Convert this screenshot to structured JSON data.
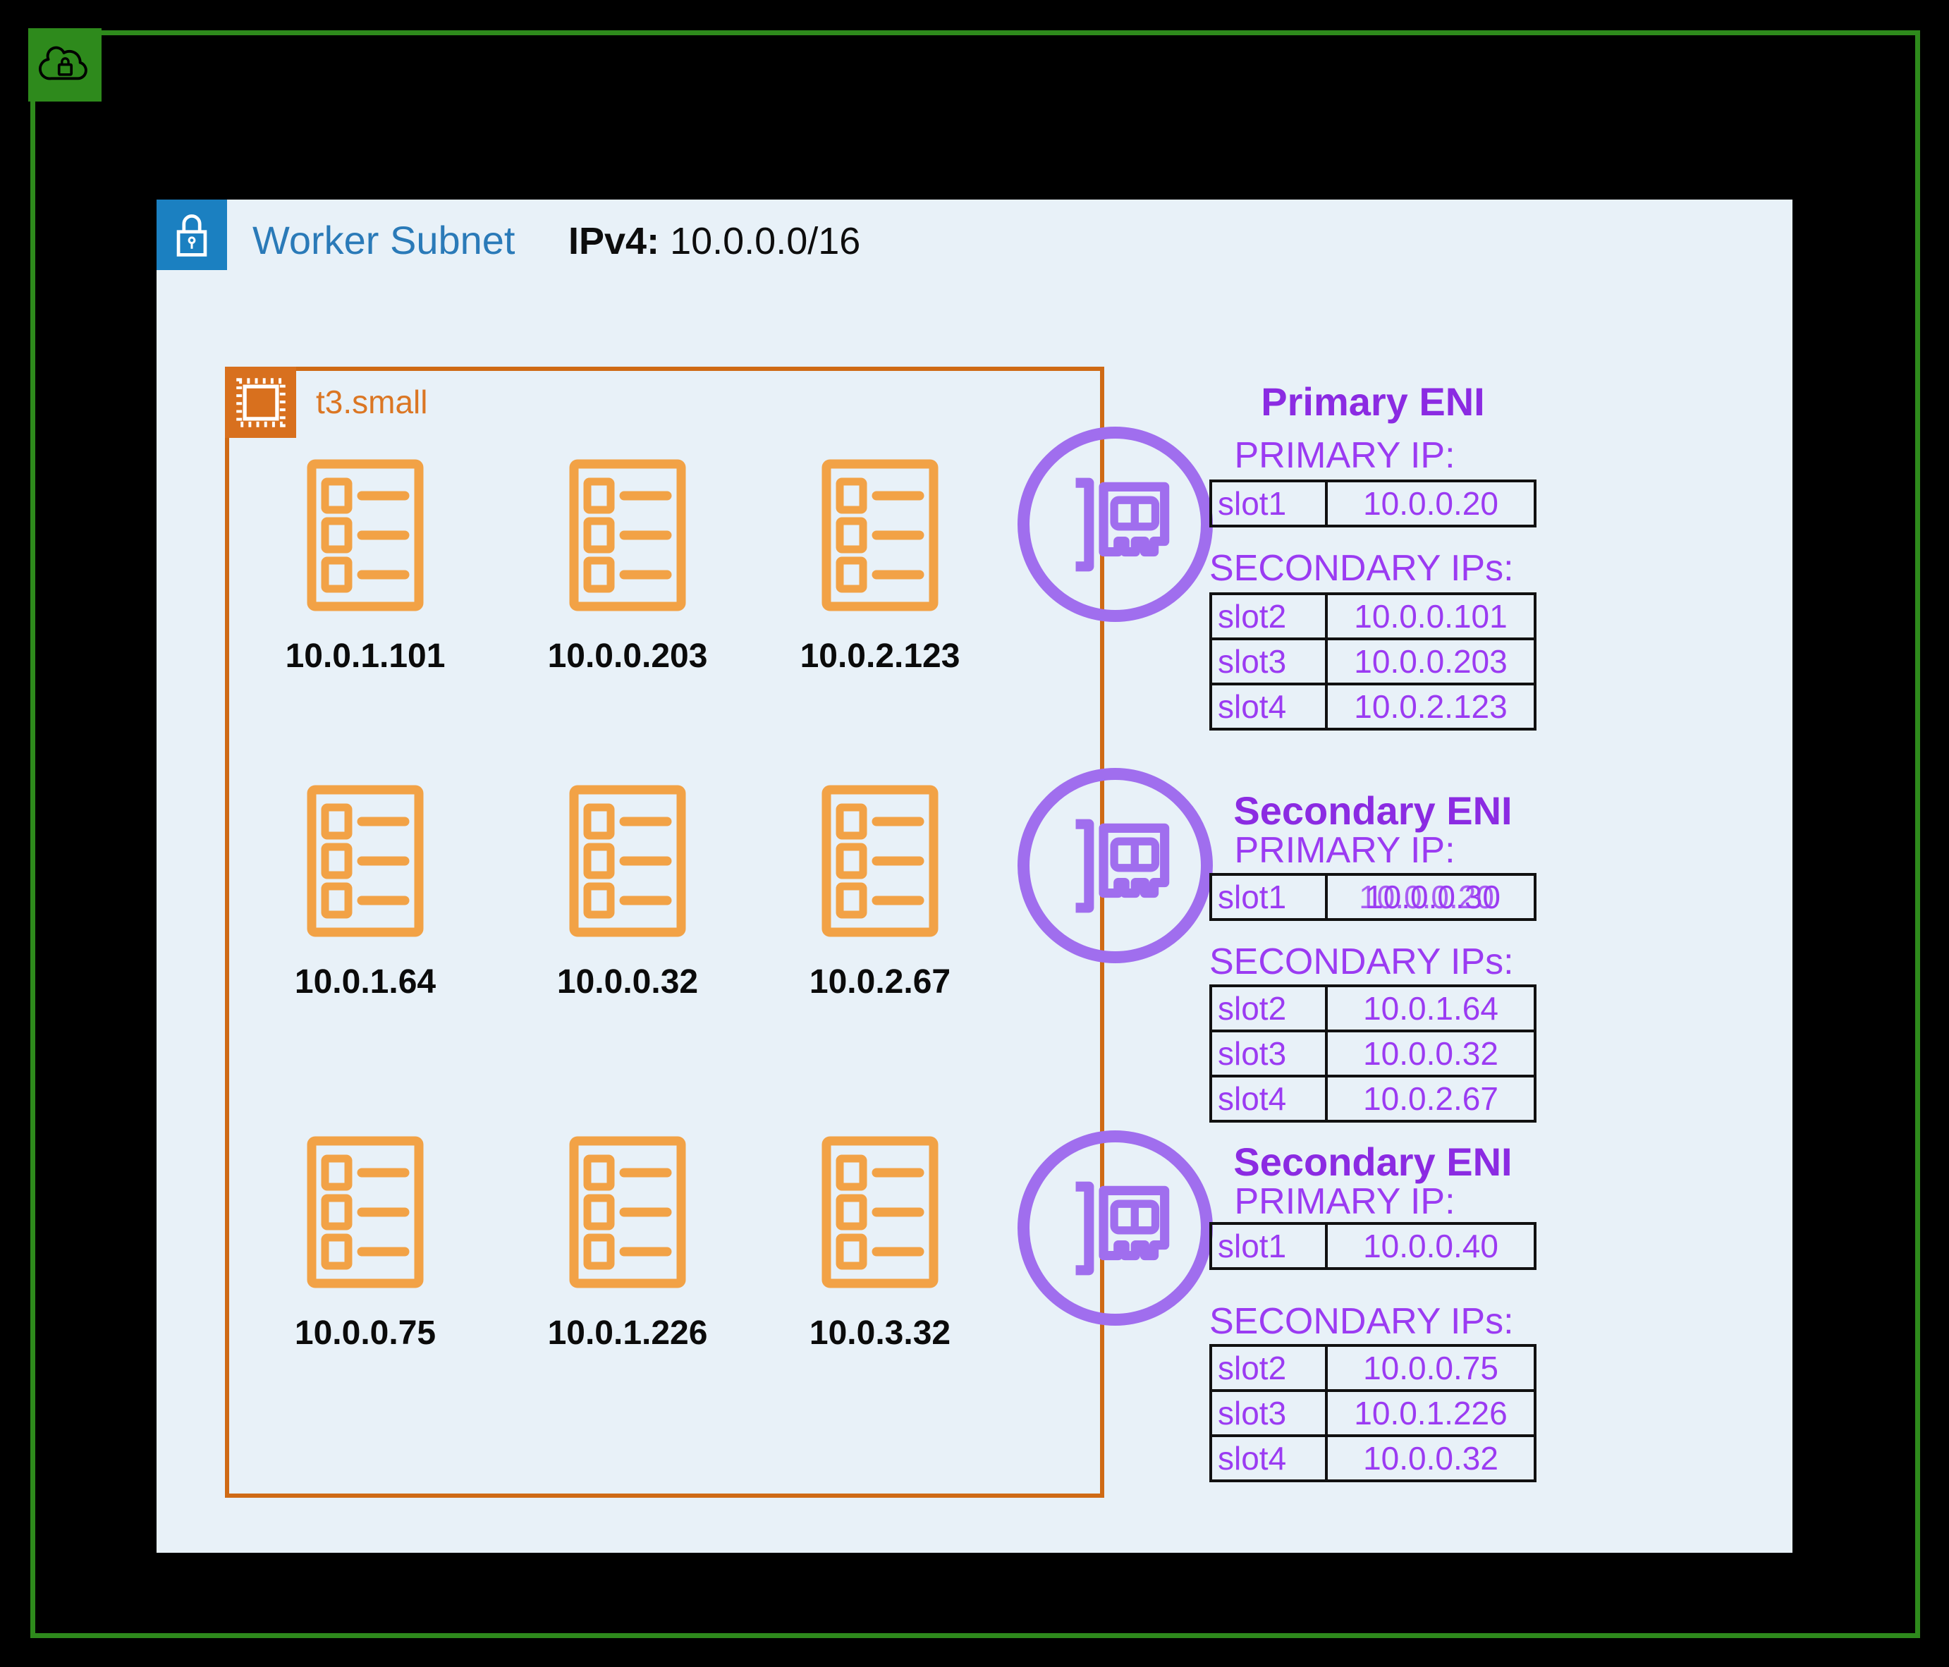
{
  "vpc": {
    "border_color": "#2E8A1C",
    "badge_icon": "cloud-lock-icon"
  },
  "subnet": {
    "badge_icon": "lock-icon",
    "title": "Worker Subnet",
    "ip_label": "IPv4:",
    "cidr": " 10.0.0.0/16",
    "bg_color": "#E8F1F8",
    "title_color": "#2A7AB8",
    "badge_color": "#1B80C1"
  },
  "instance": {
    "badge_icon": "chip-icon",
    "type": "t3.small",
    "accent_color": "#D8701E",
    "pod_icon": "pod-list-icon",
    "pod_icon_color": "#F2A246",
    "pod_ips": [
      "10.0.1.101",
      "10.0.0.203",
      "10.0.2.123",
      "10.0.1.64",
      "10.0.0.32",
      "10.0.2.67",
      "10.0.0.75",
      "10.0.1.226",
      "10.0.3.32"
    ]
  },
  "eni_icon": "network-card-icon",
  "eni_icon_color": "#A06EEE",
  "enis": [
    {
      "title": "Primary ENI",
      "primary_label": "PRIMARY IP:",
      "secondary_label": "SECONDARY IPs:",
      "primary": [
        {
          "slot": "slot1",
          "ip": "10.0.0.20"
        }
      ],
      "secondary": [
        {
          "slot": "slot2",
          "ip": "10.0.0.101"
        },
        {
          "slot": "slot3",
          "ip": "10.0.0.203"
        },
        {
          "slot": "slot4",
          "ip": "10.0.2.123"
        }
      ]
    },
    {
      "title": "Secondary ENI",
      "primary_label": "PRIMARY IP:",
      "secondary_label": "SECONDARY IPs:",
      "primary": [
        {
          "slot": "slot1",
          "ip": "10.0.0.30",
          "ip_overlapped": "10.0.0.20"
        }
      ],
      "secondary": [
        {
          "slot": "slot2",
          "ip": "10.0.1.64"
        },
        {
          "slot": "slot3",
          "ip": "10.0.0.32"
        },
        {
          "slot": "slot4",
          "ip": "10.0.2.67"
        }
      ]
    },
    {
      "title": "Secondary ENI",
      "primary_label": "PRIMARY IP:",
      "secondary_label": "SECONDARY IPs:",
      "primary": [
        {
          "slot": "slot1",
          "ip": "10.0.0.40"
        }
      ],
      "secondary": [
        {
          "slot": "slot2",
          "ip": "10.0.0.75"
        },
        {
          "slot": "slot3",
          "ip": "10.0.1.226"
        },
        {
          "slot": "slot4",
          "ip": "10.0.0.32"
        }
      ]
    }
  ]
}
